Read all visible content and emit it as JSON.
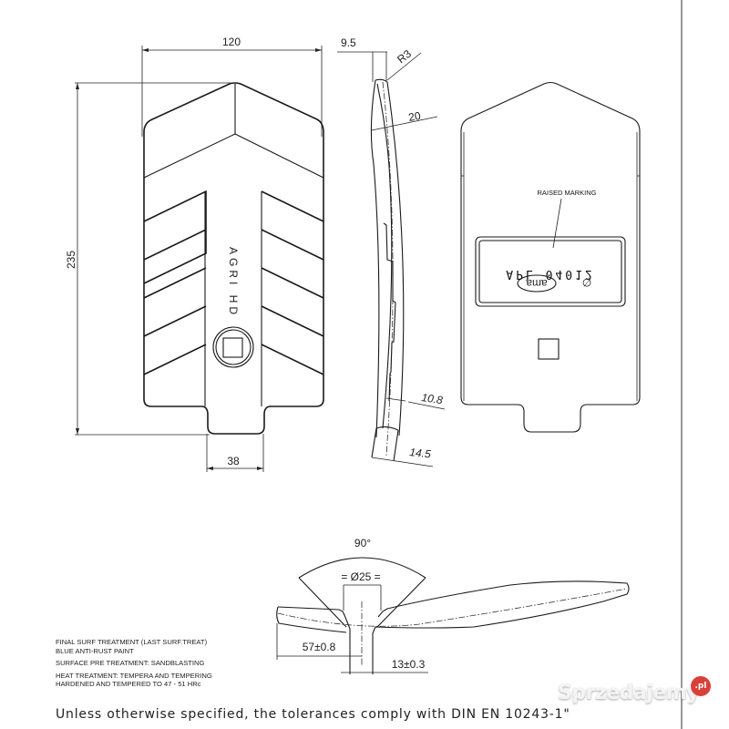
{
  "drawing": {
    "front_view": {
      "width_dim": "120",
      "height_dim": "235",
      "shank_width_dim": "38",
      "engraving": "AGRI HD"
    },
    "side_view": {
      "thickness_top_dim": "9.5",
      "radius_dim": "R3",
      "width_dim_upper": "20",
      "width_dim_lower": "10.8",
      "width_dim_bottom": "14.5"
    },
    "back_view": {
      "callout": "RAISED MARKING",
      "part_code": "APL 04012",
      "logo_text": "ama",
      "logo_symbol": "∅"
    },
    "section_view": {
      "angle_dim": "90°",
      "hole_dim": "= Ø25 =",
      "offset_dim": "57±0.8",
      "depth_dim": "13±0.3"
    }
  },
  "notes": {
    "final_treatment_line1": "FINAL SURF TREATMENT (LAST SURF.TREAT)",
    "final_treatment_line2": "BLUE ANTI-RUST PAINT",
    "pre_treatment": "SURFACE PRE TREATMENT: SANDBLASTING",
    "heat_treatment_line1": "HEAT TREATMENT: TEMPERA AND TEMPERING",
    "heat_treatment_line2": "HARDENED AND TEMPERED TO 47 - 51 HRc",
    "tolerance": "Unless otherwise specified, the tolerances comply with DIN EN 10243-1\""
  },
  "watermark": {
    "text": "Sprzedajemy",
    "badge": ".pl",
    "badge_color": "#d9403a"
  }
}
